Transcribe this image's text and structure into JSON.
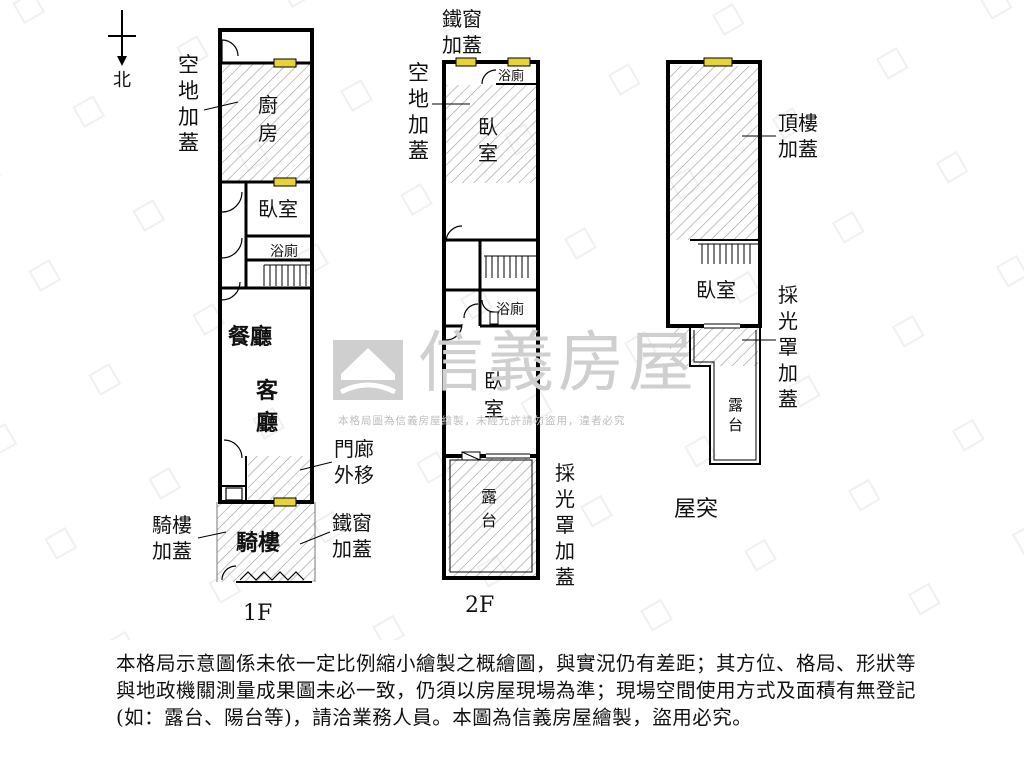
{
  "compass": {
    "label": "北"
  },
  "floor_labels": {
    "f1": "1F",
    "f2": "2F",
    "roof": "屋突"
  },
  "rooms_1f": {
    "kitchen": [
      "廚",
      "房"
    ],
    "bedroom": "臥室",
    "bathroom": "浴廁",
    "dining": "餐廳",
    "living": [
      "客",
      "廳"
    ],
    "arcade": "騎樓"
  },
  "rooms_2f": {
    "bedroom_top": [
      "臥",
      "室"
    ],
    "bathroom_top": "浴廁",
    "bathroom_mid": "浴廁",
    "bedroom_mid": [
      "臥",
      "室"
    ],
    "terrace": [
      "露",
      "台"
    ]
  },
  "rooms_roof": {
    "bedroom": "臥室",
    "terrace": [
      "露",
      "台"
    ]
  },
  "annotations_1f": {
    "open_space_ext": [
      "空",
      "地",
      "加",
      "蓋"
    ],
    "porch_moved": [
      "門廊",
      "外移"
    ],
    "arcade_ext": [
      "騎樓",
      "加蓋"
    ],
    "iron_window_ext": [
      "鐵窗",
      "加蓋"
    ]
  },
  "annotations_2f": {
    "iron_window_ext": [
      "鐵窗",
      "加蓋"
    ],
    "open_space_ext": [
      "空",
      "地",
      "加",
      "蓋"
    ],
    "skylight_ext": [
      "採",
      "光",
      "罩",
      "加",
      "蓋"
    ]
  },
  "annotations_roof": {
    "rooftop_ext": [
      "頂樓",
      "加蓋"
    ],
    "skylight_ext": [
      "採",
      "光",
      "罩",
      "加",
      "蓋"
    ]
  },
  "watermark": {
    "brand": "信義房屋",
    "notice": "本格局圖為信義房屋繪製，未經允許請勿盜用，違者必究"
  },
  "disclaimer": "本格局示意圖係未依一定比例縮小繪製之概繪圖，與實況仍有差距；其方位、格局、形狀等與地政機關測量成果圖未必一致，仍須以房屋現場為準；現場空間使用方式及面積有無登記(如：露台、陽台等)，請洽業務人員。本圖為信義房屋繪製，盜用必究。",
  "colors": {
    "wall": "#000000",
    "hatch": "#9a9a9a",
    "window": "#e7d23a",
    "watermark": "#cfcfcf"
  }
}
